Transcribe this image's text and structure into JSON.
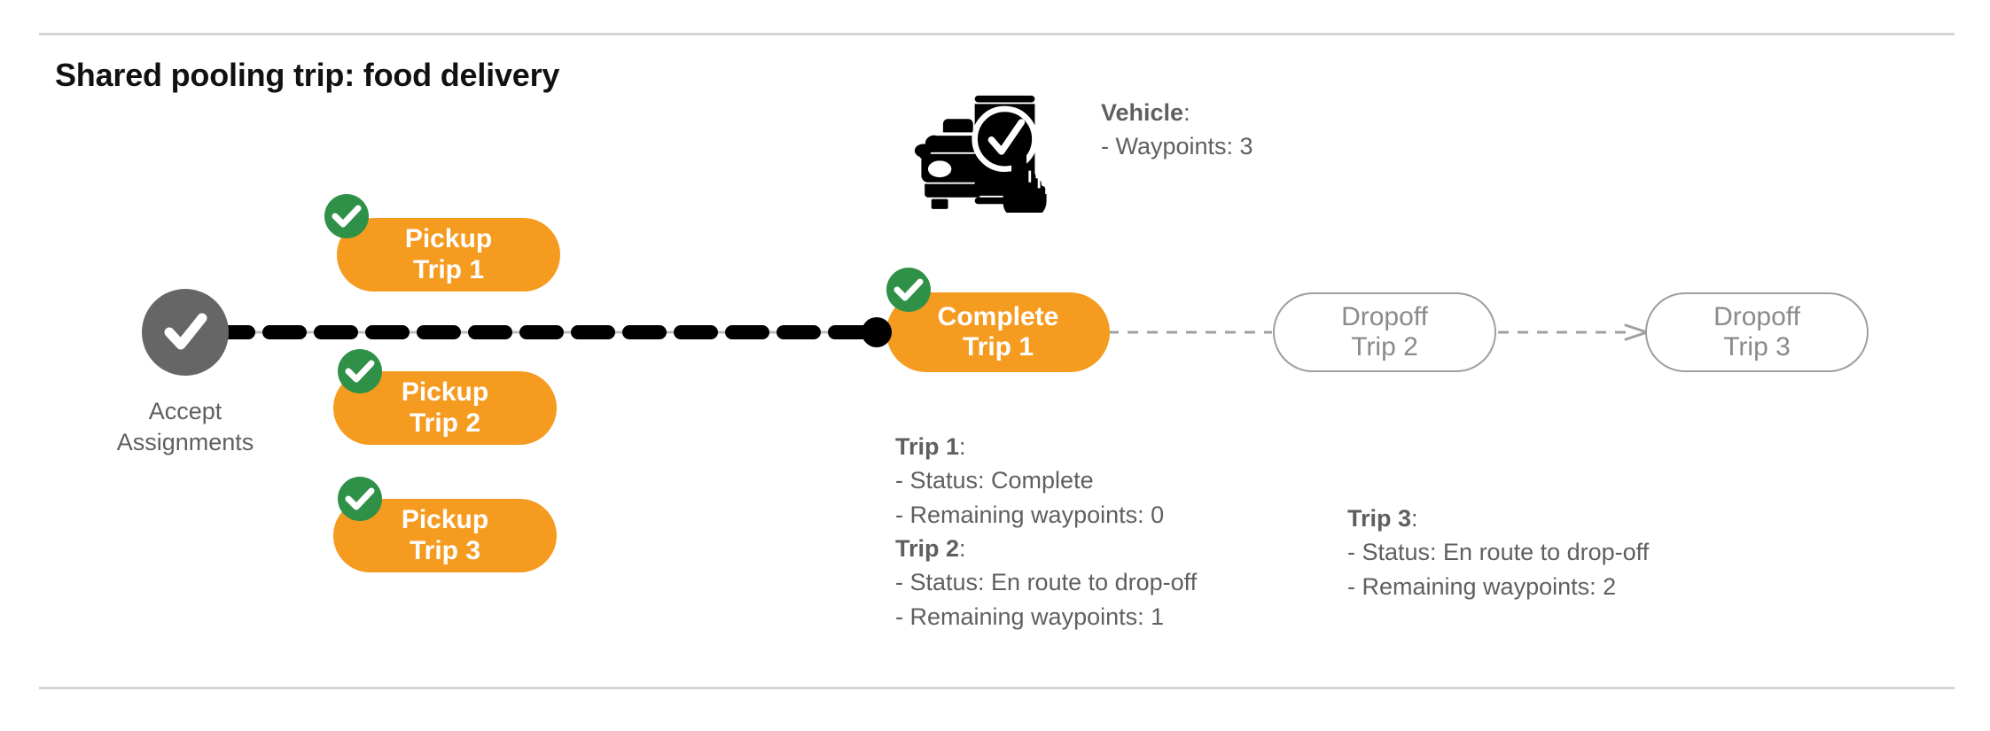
{
  "page": {
    "title": "Shared pooling trip: food delivery",
    "accent_orange": "#F59B20",
    "accent_green": "#2F9047",
    "accent_gray": "#666666",
    "outline_gray": "#9e9e9e",
    "text_gray": "#5f5f5f",
    "rule_color": "#d6d6d6"
  },
  "start_node": {
    "icon": "check-circle-icon",
    "label_line1": "Accept",
    "label_line2": "Assignments"
  },
  "pickups": [
    {
      "line1": "Pickup",
      "line2": "Trip 1",
      "badge": "check-badge-icon",
      "state": "complete"
    },
    {
      "line1": "Pickup",
      "line2": "Trip 2",
      "badge": "check-badge-icon",
      "state": "complete"
    },
    {
      "line1": "Pickup",
      "line2": "Trip 3",
      "badge": "check-badge-icon",
      "state": "complete"
    }
  ],
  "complete_node": {
    "line1": "Complete",
    "line2": "Trip 1",
    "badge": "check-badge-icon",
    "state": "complete"
  },
  "dropoffs": [
    {
      "line1": "Dropoff",
      "line2": "Trip 2",
      "state": "pending"
    },
    {
      "line1": "Dropoff",
      "line2": "Trip 3",
      "state": "pending"
    }
  ],
  "vehicle_info": {
    "icon": "vehicle-phone-check-icon",
    "heading": "Vehicle",
    "heading_colon": ":",
    "lines": [
      "- Waypoints: 3"
    ]
  },
  "trip_info_left": [
    {
      "heading": "Trip 1",
      "heading_colon": ":",
      "lines": [
        "- Status:  Complete",
        "- Remaining waypoints: 0"
      ]
    },
    {
      "heading": "Trip 2",
      "heading_colon": ":",
      "lines": [
        "- Status:  En route to drop-off",
        "- Remaining waypoints: 1"
      ]
    }
  ],
  "trip_info_right": [
    {
      "heading": "Trip 3",
      "heading_colon": ":",
      "lines": [
        "- Status:  En route to drop-off",
        "- Remaining waypoints: 2"
      ]
    }
  ]
}
